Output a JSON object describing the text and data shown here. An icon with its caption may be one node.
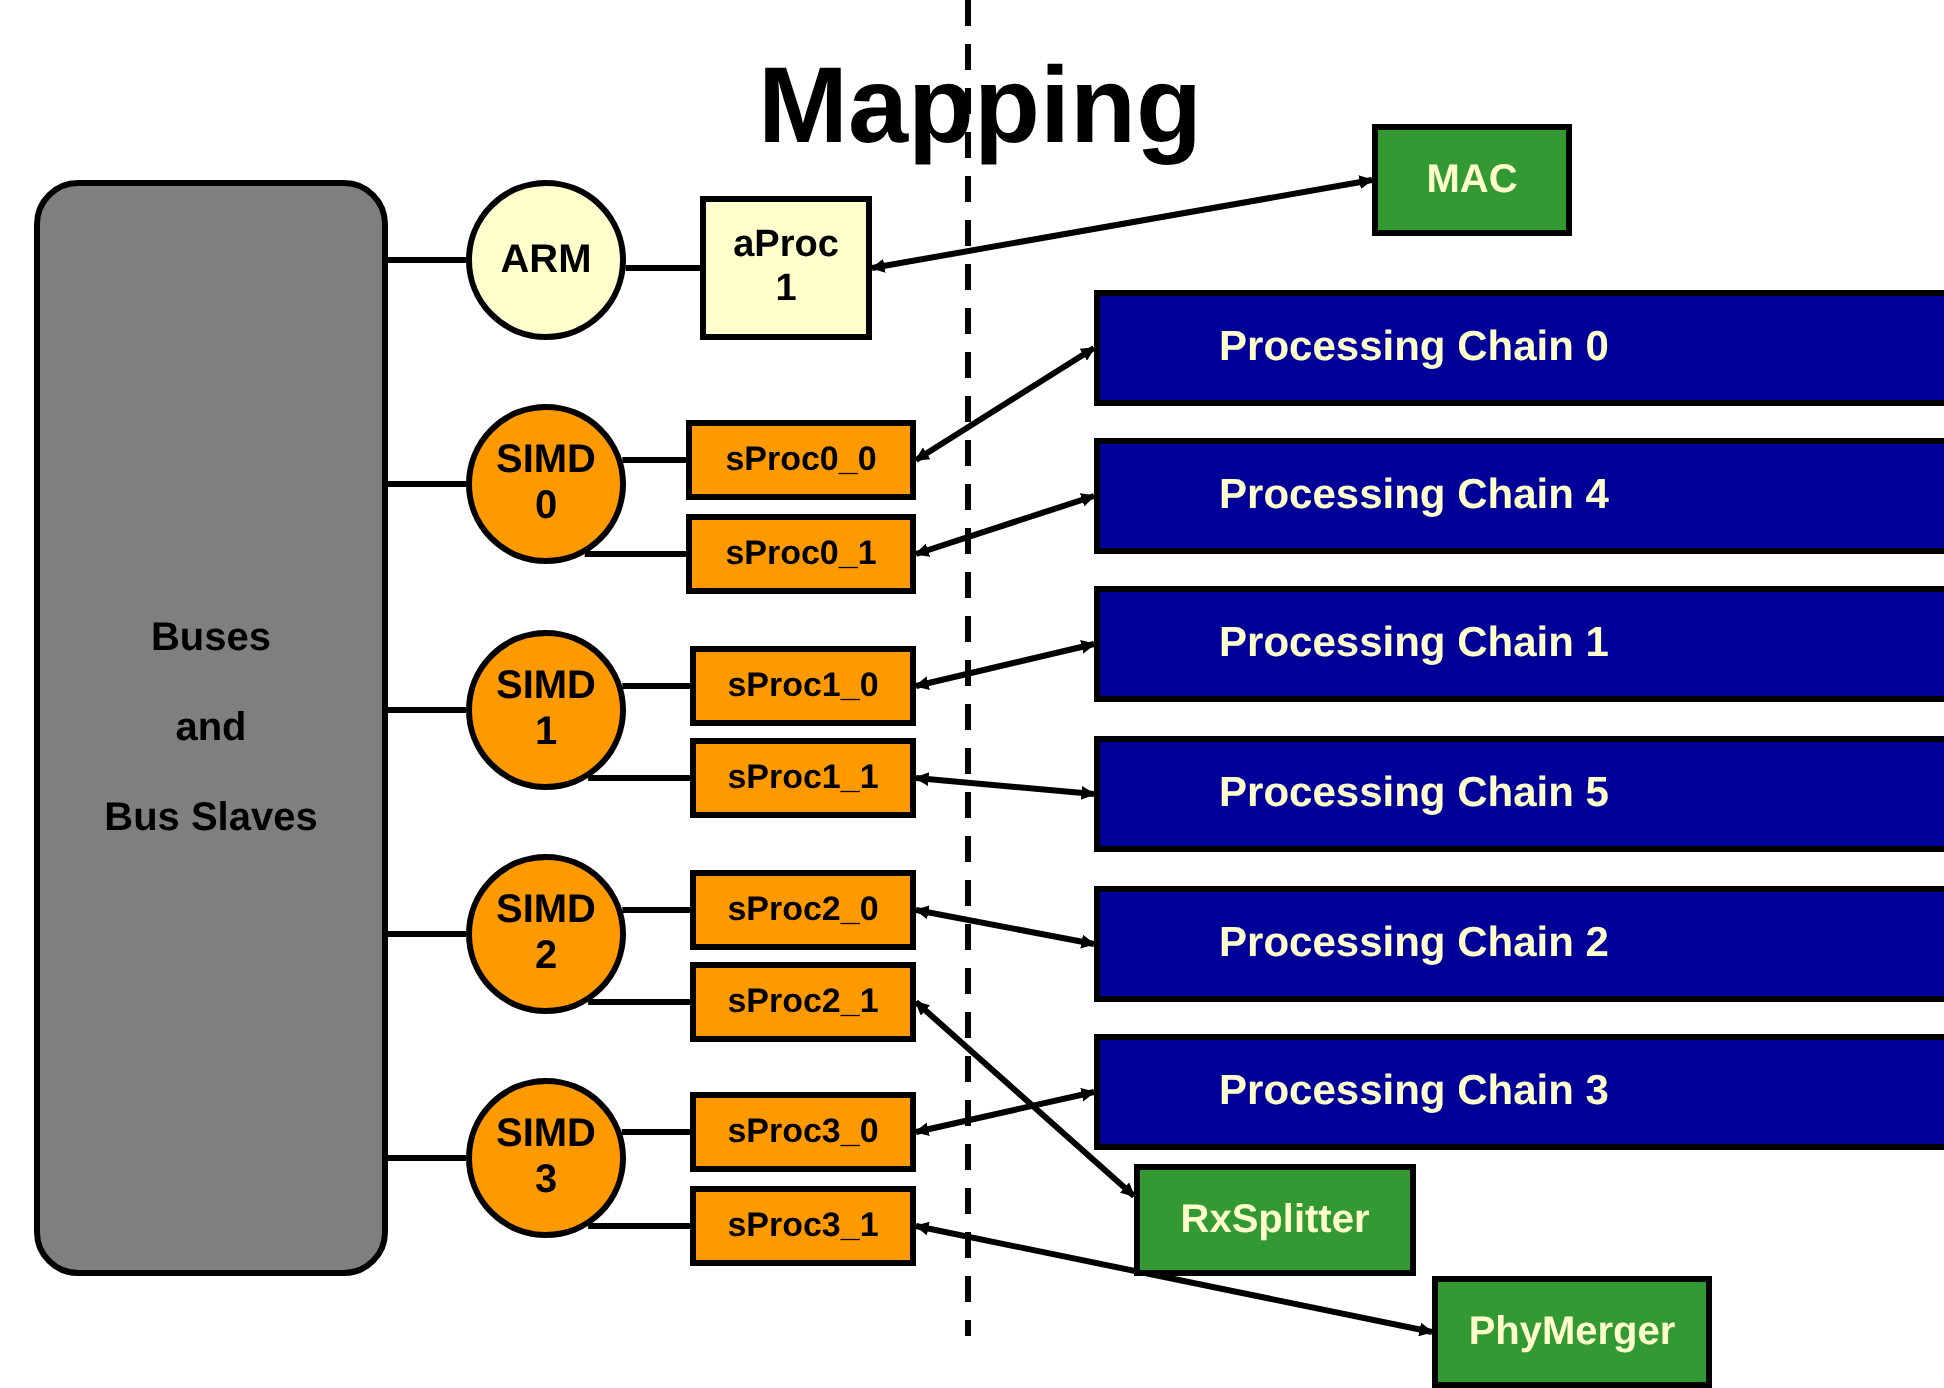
{
  "diagram": {
    "title": "Mapping",
    "nodes": [
      {
        "text": [
          "Buses",
          "and",
          "Bus Slaves"
        ]
      },
      {
        "text": [
          "ARM"
        ]
      },
      {
        "text": [
          "aProc 1"
        ]
      },
      {
        "text": [
          "SIMD 0"
        ]
      },
      {
        "text": [
          "sProc0_0"
        ]
      },
      {
        "text": [
          "sProc0_1"
        ]
      },
      {
        "text": [
          "SIMD 1"
        ]
      },
      {
        "text": [
          "sProc1_0"
        ]
      },
      {
        "text": [
          "sProc1_1"
        ]
      },
      {
        "text": [
          "SIMD 2"
        ]
      },
      {
        "text": [
          "sProc2_0"
        ]
      },
      {
        "text": [
          "sProc2_1"
        ]
      },
      {
        "text": [
          "SIMD 3"
        ]
      },
      {
        "text": [
          "sProc3_0"
        ]
      },
      {
        "text": [
          "sProc3_1"
        ]
      },
      {
        "text": [
          "MAC"
        ]
      },
      {
        "text": [
          "Processing Chain 0"
        ]
      },
      {
        "text": [
          "Processing Chain 4"
        ]
      },
      {
        "text": [
          "Processing Chain 1"
        ]
      },
      {
        "text": [
          "Processing Chain 5"
        ]
      },
      {
        "text": [
          "Processing Chain 2"
        ]
      },
      {
        "text": [
          "Processing Chain 3"
        ]
      },
      {
        "text": [
          "RxSplitter"
        ]
      },
      {
        "text": [
          "PhyMerger"
        ]
      }
    ],
    "edges": [
      {
        "from": 0,
        "to": 1,
        "arrow": "none"
      },
      {
        "from": 1,
        "to": 2,
        "arrow": "none"
      },
      {
        "from": 0,
        "to": 3,
        "arrow": "none"
      },
      {
        "from": 3,
        "to": 4,
        "arrow": "none"
      },
      {
        "from": 3,
        "to": 5,
        "arrow": "none"
      },
      {
        "from": 0,
        "to": 6,
        "arrow": "none"
      },
      {
        "from": 6,
        "to": 7,
        "arrow": "none"
      },
      {
        "from": 6,
        "to": 8,
        "arrow": "none"
      },
      {
        "from": 0,
        "to": 9,
        "arrow": "none"
      },
      {
        "from": 9,
        "to": 10,
        "arrow": "none"
      },
      {
        "from": 9,
        "to": 11,
        "arrow": "none"
      },
      {
        "from": 0,
        "to": 12,
        "arrow": "none"
      },
      {
        "from": 12,
        "to": 13,
        "arrow": "none"
      },
      {
        "from": 12,
        "to": 14,
        "arrow": "none"
      },
      {
        "from": 2,
        "to": 15,
        "arrow": "both"
      },
      {
        "from": 4,
        "to": 16,
        "arrow": "both"
      },
      {
        "from": 5,
        "to": 17,
        "arrow": "both"
      },
      {
        "from": 7,
        "to": 18,
        "arrow": "both"
      },
      {
        "from": 8,
        "to": 19,
        "arrow": "both"
      },
      {
        "from": 10,
        "to": 20,
        "arrow": "both"
      },
      {
        "from": 11,
        "to": 22,
        "arrow": "both"
      },
      {
        "from": 13,
        "to": 21,
        "arrow": "both"
      },
      {
        "from": 14,
        "to": 23,
        "arrow": "both"
      }
    ]
  }
}
